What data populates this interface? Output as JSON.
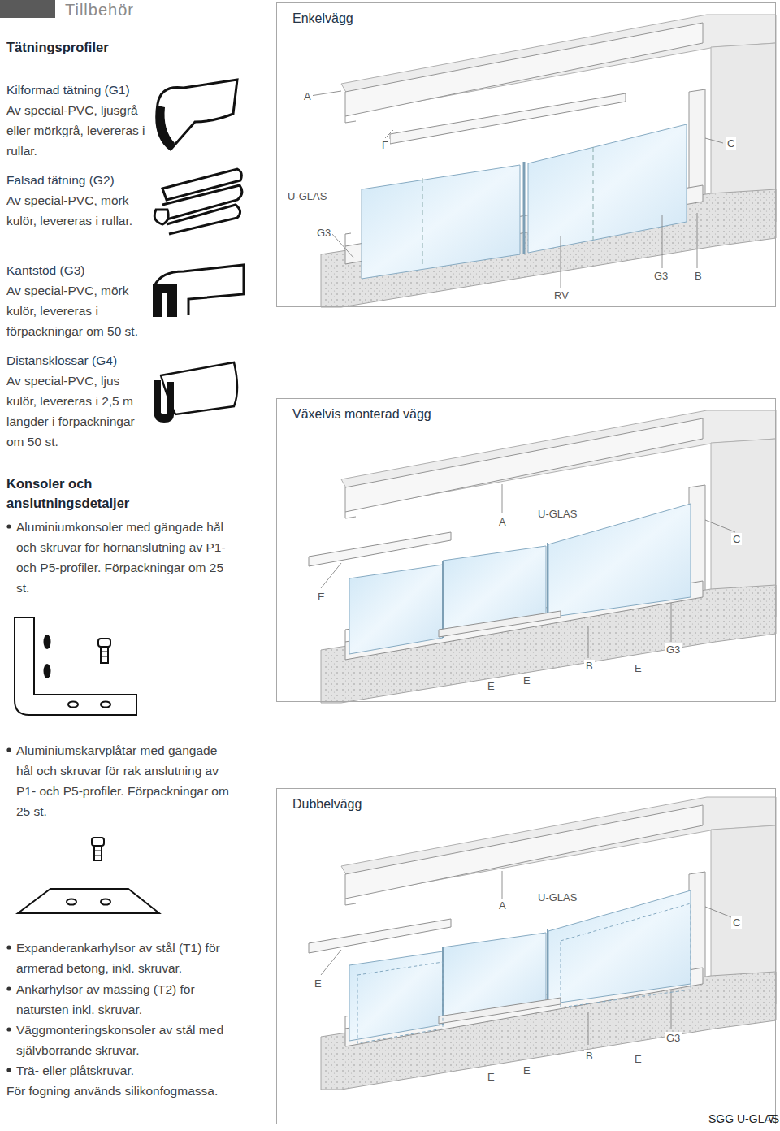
{
  "diagram": {
    "title": "Tillbehör",
    "nodes": [
      {
        "text": [
          "Enkelvägg"
        ]
      },
      {
        "text": [
          "Växelvis monterad vägg"
        ]
      },
      {
        "text": [
          "Dubbelvägg"
        ]
      }
    ],
    "labels": [
      "Tätningsprofiler",
      "Kilformad tätning (G1)",
      "Av special-PVC, ljusgrå eller mörkgrå, levereras i rullar.",
      "Falsad tätning (G2)",
      "Av special-PVC, mörk kulör, levereras i rullar.",
      "Kantstöd (G3)",
      "Av special-PVC, mörk kulör, levereras i förpackningar om 50 st.",
      "Distansklossar (G4)",
      "Av special-PVC, ljus kulör, levereras i 2,5 m längder i förpackningar om 50 st.",
      "Konsoler och anslutningsdetaljer",
      "Aluminiumkonsoler med gängade hål och skruvar för hörnanslutning av P1- och P5-profiler. Förpackningar om 25 st.",
      "Aluminiumskarvplåtar med gängade hål och skruvar för rak anslutning av P1- och P5-profiler. Förpackningar om 25 st.",
      "Expanderankarhylsor av stål (T1) för armerad betong, inkl. skruvar.",
      "Ankarhylsor av mässing (T2) för natursten inkl. skruvar.",
      "Väggmonteringskonsoler av stål med självborrande skruvar.",
      "Trä- eller plåtskruvar.",
      "För fogning används silikonfogmassa.",
      "A",
      "F",
      "C",
      "U-GLAS",
      "G3",
      "RV",
      "G3",
      "B",
      "A",
      "U-GLAS",
      "C",
      "E",
      "G3",
      "B",
      "E",
      "E",
      "E",
      "A",
      "U-GLAS",
      "C",
      "E",
      "G3",
      "B",
      "E",
      "E",
      "E",
      "SGG U-GLAS",
      "7"
    ]
  }
}
